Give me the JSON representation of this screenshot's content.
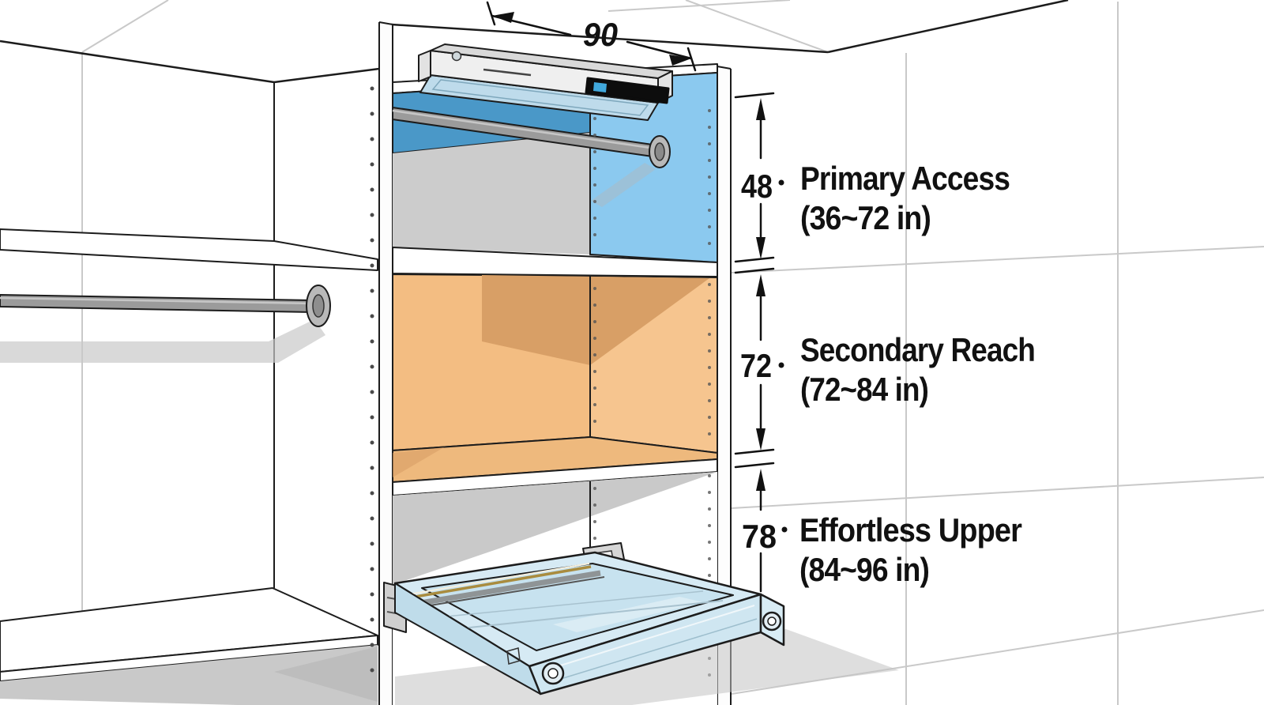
{
  "figure_type": "closet-reach-zones-dimension-diagram",
  "top_dimension": {
    "value": "90"
  },
  "zones": [
    {
      "height_value": "48",
      "title": "Primary Access",
      "range": "(36~72 in)",
      "accent_color": "#8bc9ef"
    },
    {
      "height_value": "72",
      "title": "Secondary Reach",
      "range": "(72~84 in)",
      "accent_color": "#f3bd82"
    },
    {
      "height_value": "78",
      "title": "Effortless Upper",
      "range": "(84~96 in)",
      "accent_color": "#ffffff"
    }
  ],
  "colors": {
    "zone_primary_back": "#4a98c8",
    "zone_primary_side": "#8bc9ef",
    "zone_secondary_back": "#f3bd82",
    "zone_secondary_side": "#f6c58f",
    "zone_secondary_shadow": "#d89f66",
    "glass_tray_front": "#cfe6f1",
    "glass_tray_top": "#d6eaf4",
    "glass_tray_opening": "#c7e2ef",
    "device_face": "#efefef",
    "device_glass": "#bedbeb",
    "rod_gray": "#9b9b9b",
    "shadow_gray": "#c9c9c9",
    "outline": "#1c1c1c"
  }
}
